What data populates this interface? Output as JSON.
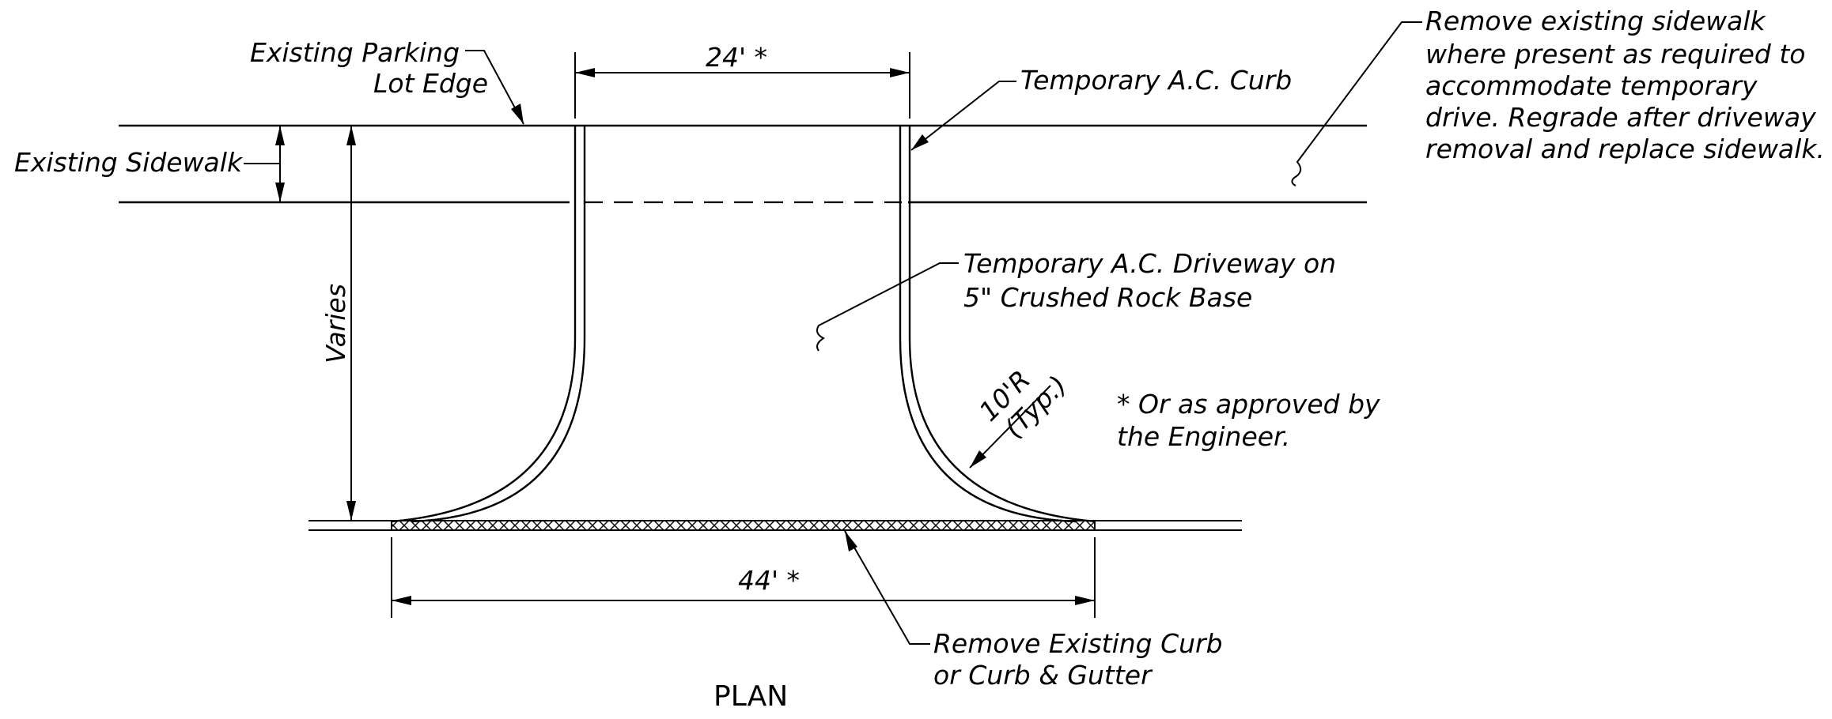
{
  "labels": {
    "parking_edge_1": "Existing Parking",
    "parking_edge_2": "Lot Edge",
    "dim_top": "24' *",
    "ac_curb": "Temporary A.C. Curb",
    "remove_sidewalk_1": "Remove existing sidewalk",
    "remove_sidewalk_2": "where present as required to",
    "remove_sidewalk_3": "accommodate temporary",
    "remove_sidewalk_4": "drive. Regrade after driveway",
    "remove_sidewalk_5": "removal and replace sidewalk.",
    "existing_sidewalk": "Existing  Sidewalk",
    "varies": "Varies",
    "driveway_1": "Temporary A.C. Driveway on",
    "driveway_2": "5\" Crushed Rock Base",
    "radius_1": "10'R",
    "radius_2": "(Typ.)",
    "note_1": "* Or as approved by",
    "note_2": "the Engineer.",
    "dim_bottom": "44' *",
    "remove_curb_1": "Remove Existing Curb",
    "remove_curb_2": "or Curb & Gutter",
    "title": "PLAN"
  }
}
